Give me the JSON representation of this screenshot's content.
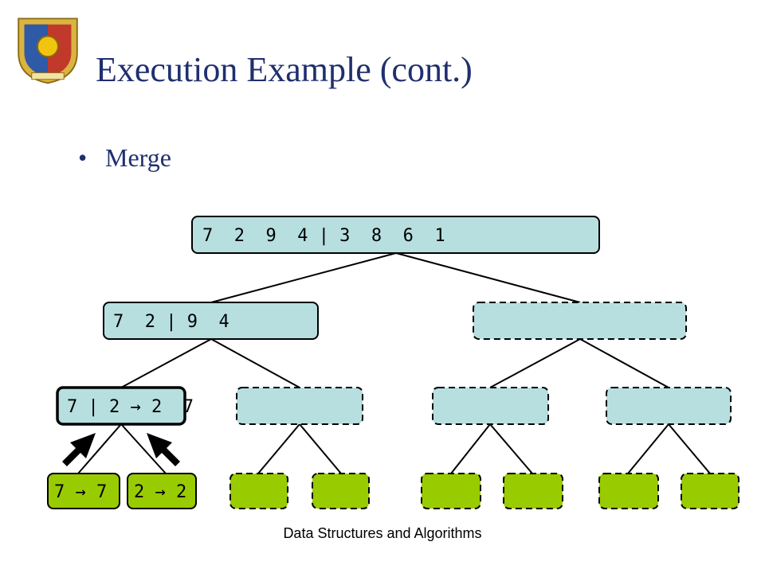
{
  "slide": {
    "title": "Execution Example (cont.)",
    "bullet": "Merge",
    "footer": "Data Structures and Algorithms",
    "logo_icon": "university-crest-icon"
  },
  "tree": {
    "root": "7  2  9  4 | 3  8  6  1",
    "level1": [
      "7  2 | 9  4",
      ""
    ],
    "level2": [
      "7 | 2 → 2  7",
      "",
      "",
      ""
    ],
    "level3": [
      "7 → 7",
      "2 → 2",
      "",
      "",
      "",
      "",
      "",
      ""
    ]
  },
  "colors": {
    "title": "#1f2f6e",
    "node_fill": "#b7dfe0",
    "leaf_fill": "#99cc00",
    "stroke": "#000000"
  }
}
